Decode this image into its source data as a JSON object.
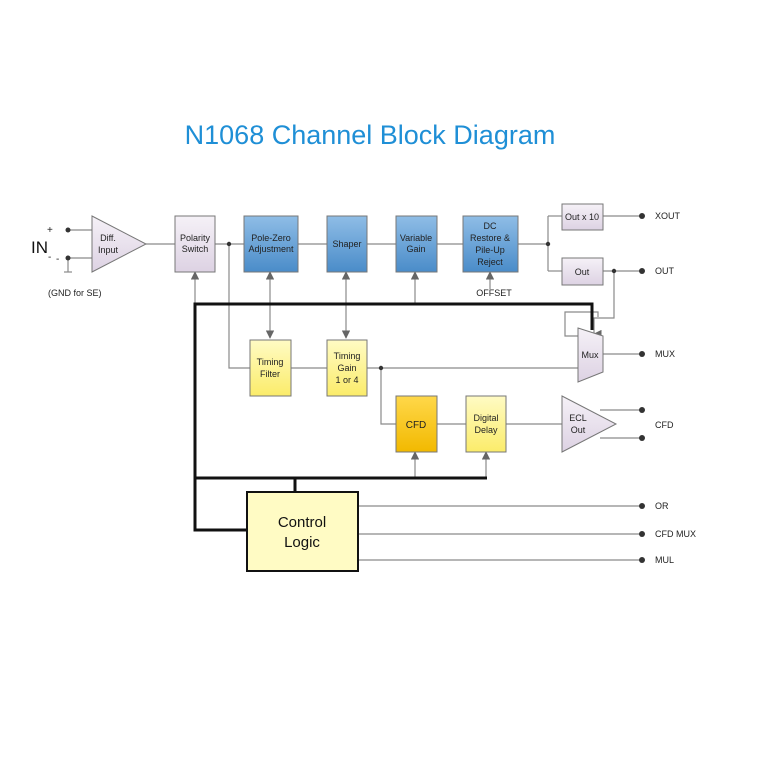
{
  "title": "N1068 Channel Block Diagram",
  "colors": {
    "title": "#1f8fd6",
    "blue_block": "#5b9bd5",
    "yellow_block": "#fff59a",
    "gold_block": "#f7c600",
    "lavender_block": "#ece5f0",
    "amplifier": "#efe8f1"
  },
  "input": {
    "label": "IN",
    "minus_sub": "-",
    "plus": "+",
    "minus": "-",
    "note": "(GND for SE)"
  },
  "blocks": {
    "diff_input": [
      "Diff.",
      "Input"
    ],
    "polarity_switch": [
      "Polarity",
      "Switch"
    ],
    "pole_zero": [
      "Pole-Zero",
      "Adjustment"
    ],
    "shaper": [
      "Shaper"
    ],
    "variable_gain": [
      "Variable",
      "Gain"
    ],
    "dc_restore": [
      "DC",
      "Restore &",
      "Pile-Up",
      "Reject"
    ],
    "out_x10": [
      "Out x 10"
    ],
    "out": [
      "Out"
    ],
    "timing_filter": [
      "Timing",
      "Filter"
    ],
    "timing_gain": [
      "Timing",
      "Gain",
      "1 or 4"
    ],
    "mux": [
      "Mux"
    ],
    "cfd": [
      "CFD"
    ],
    "digital_delay": [
      "Digital",
      "Delay"
    ],
    "ecl_out": [
      "ECL",
      "Out"
    ],
    "control_logic": [
      "Control",
      "Logic"
    ]
  },
  "offset_label": "OFFSET",
  "outputs": {
    "xout": "XOUT",
    "out": "OUT",
    "mux": "MUX",
    "cfd": "CFD",
    "or": "OR",
    "cfd_mux": "CFD MUX",
    "mul": "MUL"
  }
}
